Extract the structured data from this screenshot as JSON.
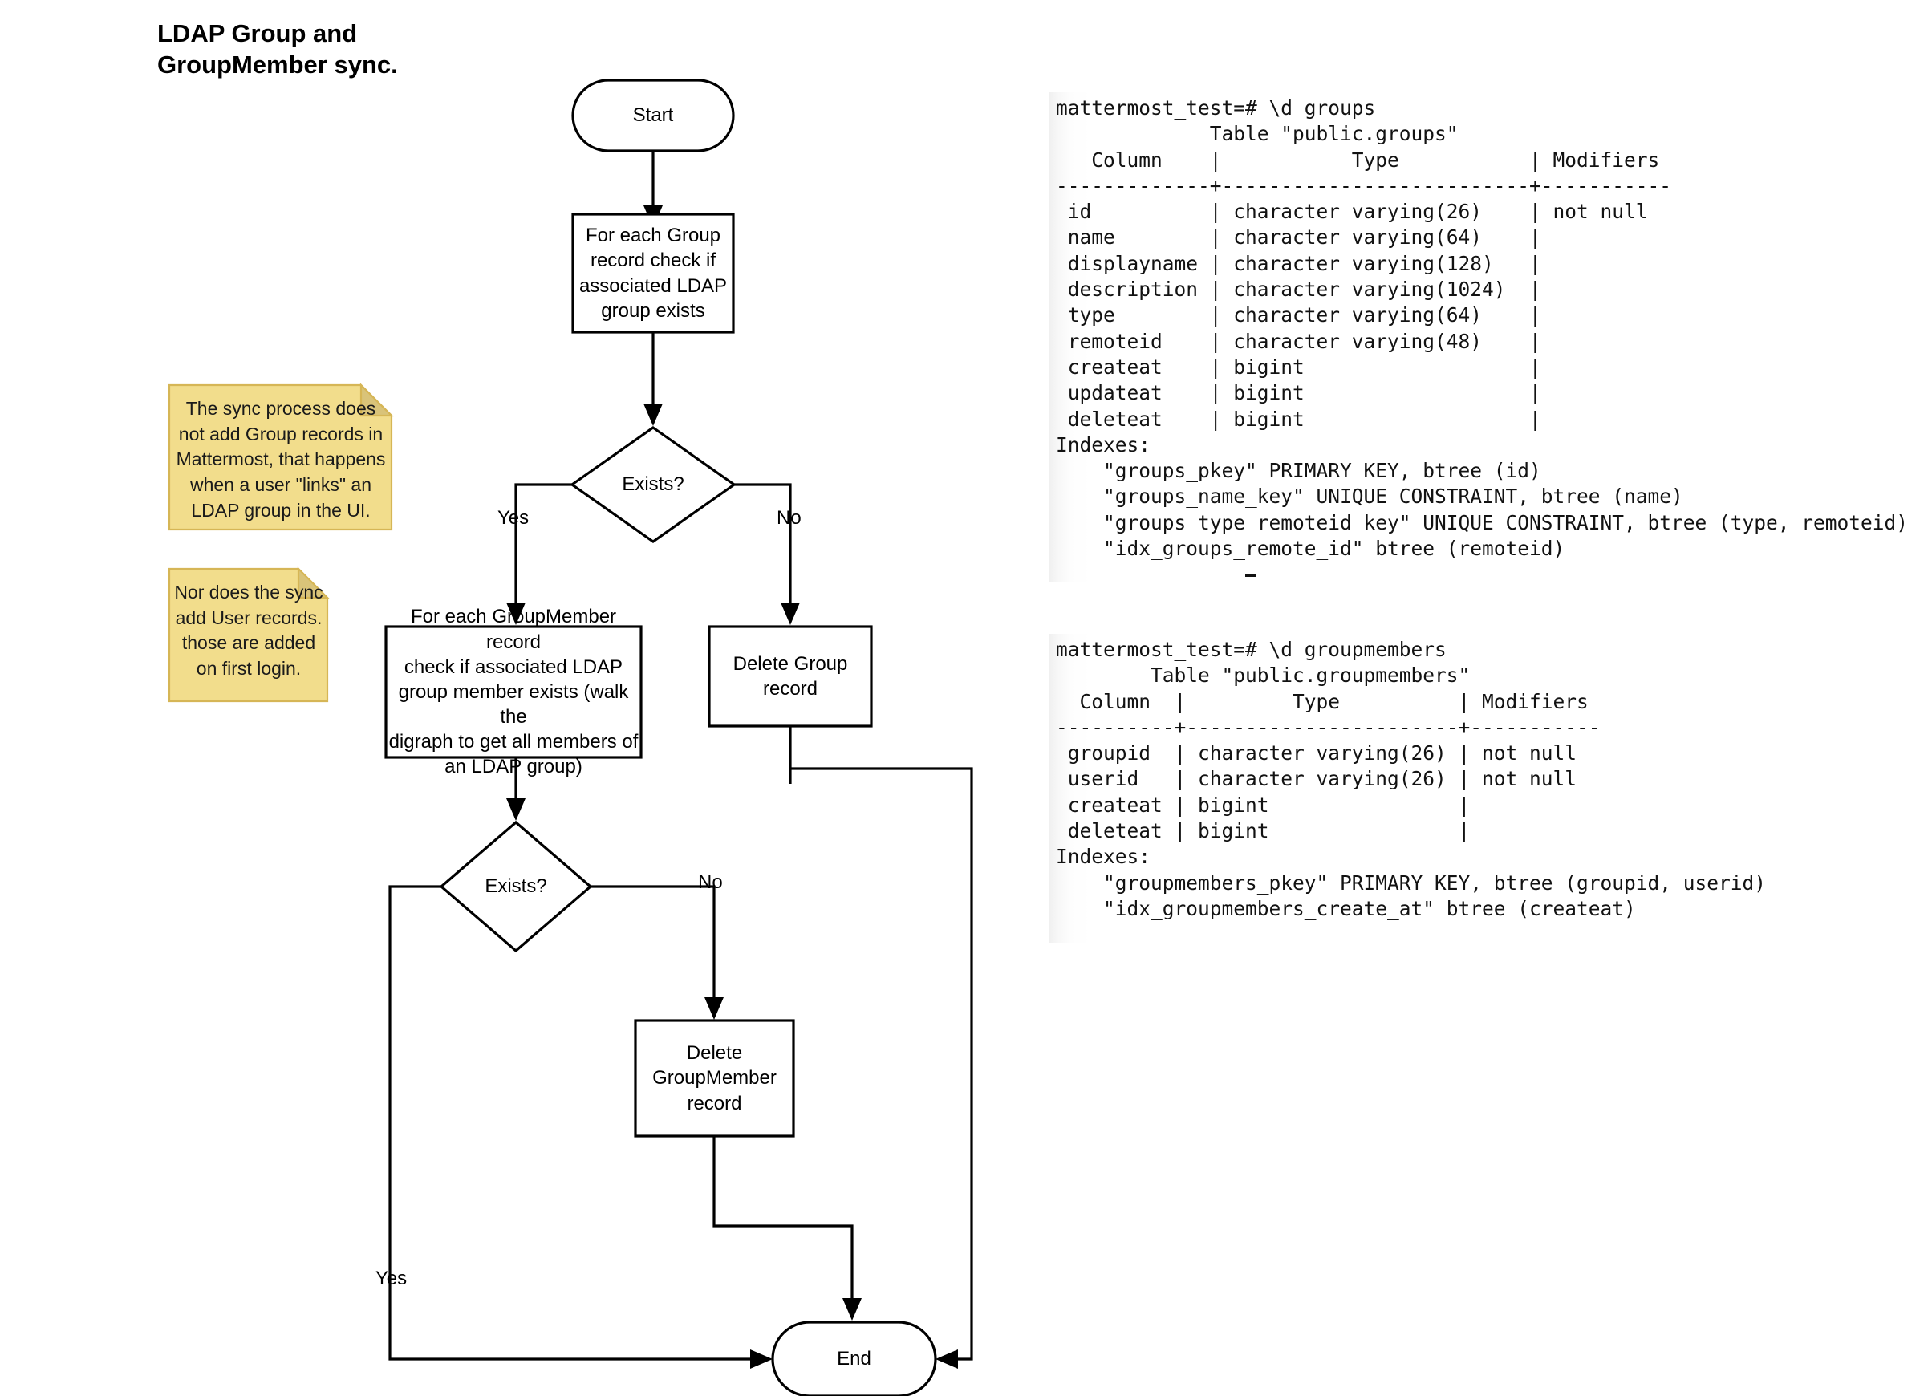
{
  "diagram": {
    "title": "LDAP Group and\nGroupMember sync.",
    "nodes": {
      "start": {
        "label": "Start",
        "shape": "terminator"
      },
      "check_group": {
        "label": "For each Group\nrecord check if\nassociated LDAP\ngroup exists",
        "shape": "process"
      },
      "exists_group": {
        "label": "Exists?",
        "shape": "decision"
      },
      "check_groupmember": {
        "label": "For each GroupMember record\ncheck if associated LDAP\ngroup member exists (walk the\ndigraph to get all members of\nan LDAP group)",
        "shape": "process"
      },
      "delete_group": {
        "label": "Delete Group\nrecord",
        "shape": "process"
      },
      "exists_member": {
        "label": "Exists?",
        "shape": "decision"
      },
      "delete_groupmember": {
        "label": "Delete\nGroupMember\nrecord",
        "shape": "process"
      },
      "end": {
        "label": "End",
        "shape": "terminator"
      }
    },
    "edge_labels": {
      "group_yes": "Yes",
      "group_no": "No",
      "member_no": "No",
      "member_yes": "Yes"
    },
    "notes": [
      {
        "text": "The sync process does\nnot add Group records in\nMattermost, that happens\nwhen a user \"links\" an\nLDAP group in the UI."
      },
      {
        "text": "Nor does the sync\nadd User records.\nthose are added\non first login."
      }
    ],
    "colors": {
      "note_fill": "#f2dd8c",
      "note_border": "#d6b656",
      "note_fold": "#d9c379",
      "stroke": "#000000",
      "node_fill": "#ffffff"
    }
  },
  "terminal": {
    "groups": "mattermost_test=# \\d groups\n             Table \"public.groups\"\n   Column    |           Type           | Modifiers\n-------------+--------------------------+-----------\n id          | character varying(26)    | not null\n name        | character varying(64)    |\n displayname | character varying(128)   |\n description | character varying(1024)  |\n type        | character varying(64)    |\n remoteid    | character varying(48)    |\n createat    | bigint                   |\n updateat    | bigint                   |\n deleteat    | bigint                   |\nIndexes:\n    \"groups_pkey\" PRIMARY KEY, btree (id)\n    \"groups_name_key\" UNIQUE CONSTRAINT, btree (name)\n    \"groups_type_remoteid_key\" UNIQUE CONSTRAINT, btree (type, remoteid)\n    \"idx_groups_remote_id\" btree (remoteid)",
    "groupmembers": "mattermost_test=# \\d groupmembers\n        Table \"public.groupmembers\"\n  Column  |         Type          | Modifiers\n----------+-----------------------+-----------\n groupid  | character varying(26) | not null\n userid   | character varying(26) | not null\n createat | bigint                |\n deleteat | bigint                |\nIndexes:\n    \"groupmembers_pkey\" PRIMARY KEY, btree (groupid, userid)\n    \"idx_groupmembers_create_at\" btree (createat)"
  }
}
